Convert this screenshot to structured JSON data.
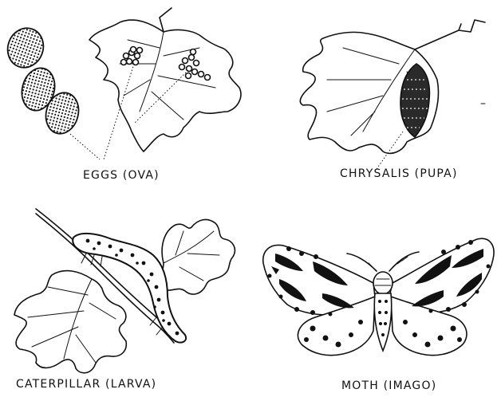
{
  "stages": {
    "eggs": "EGGS (OVA)",
    "chrysalis": "CHRYSALIS (PUPA)",
    "caterpillar": "CATERPILLAR (LARVA)",
    "moth": "MOTH (IMAGO)"
  }
}
